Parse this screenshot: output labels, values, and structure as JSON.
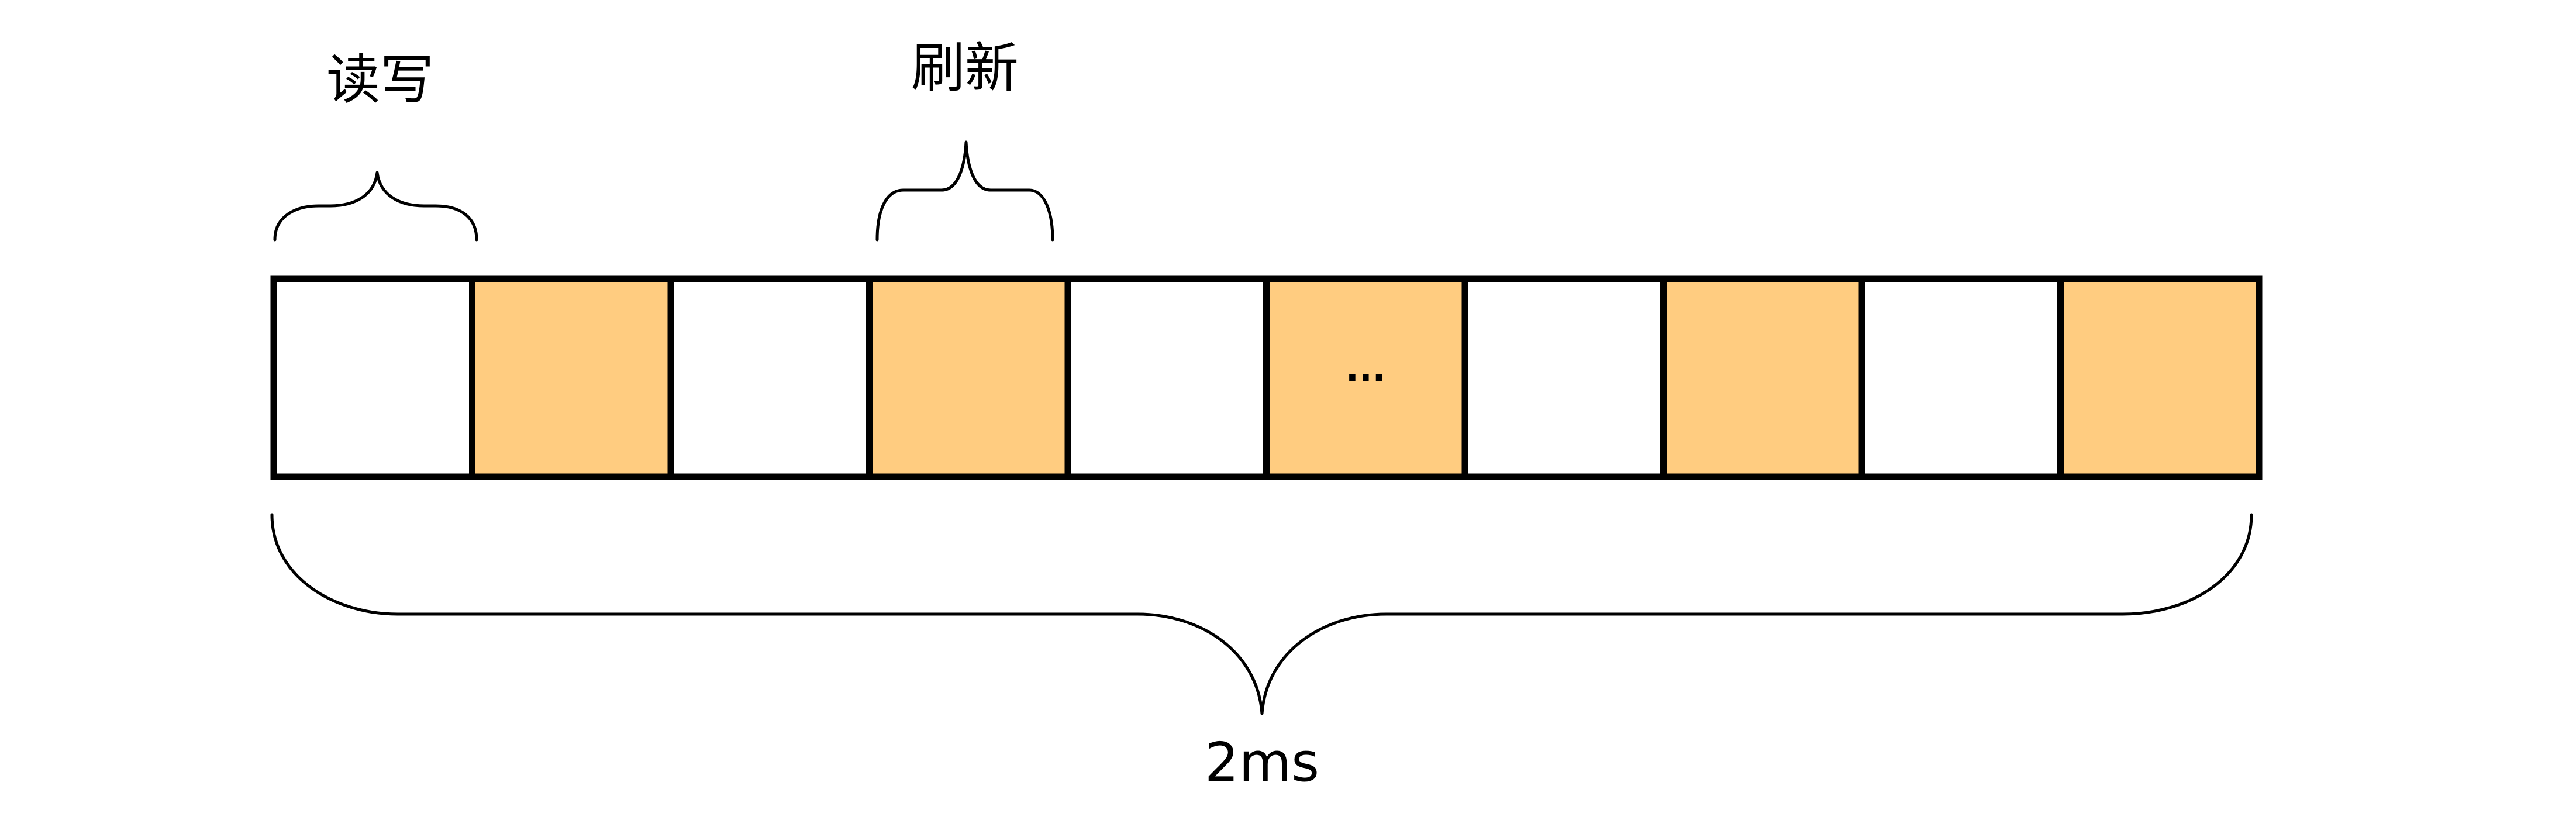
{
  "labels": {
    "read_write": "读写",
    "refresh": "刷新",
    "ellipsis": "···",
    "total_period": "2ms"
  },
  "cells": [
    {
      "kind": "read_write"
    },
    {
      "kind": "refresh"
    },
    {
      "kind": "read_write"
    },
    {
      "kind": "refresh"
    },
    {
      "kind": "read_write"
    },
    {
      "kind": "refresh",
      "ellipsis": true
    },
    {
      "kind": "read_write"
    },
    {
      "kind": "refresh"
    },
    {
      "kind": "read_write"
    },
    {
      "kind": "refresh"
    }
  ],
  "colors": {
    "read_write": "#ffffff",
    "refresh": "#ffcc80",
    "stroke": "#000000"
  }
}
